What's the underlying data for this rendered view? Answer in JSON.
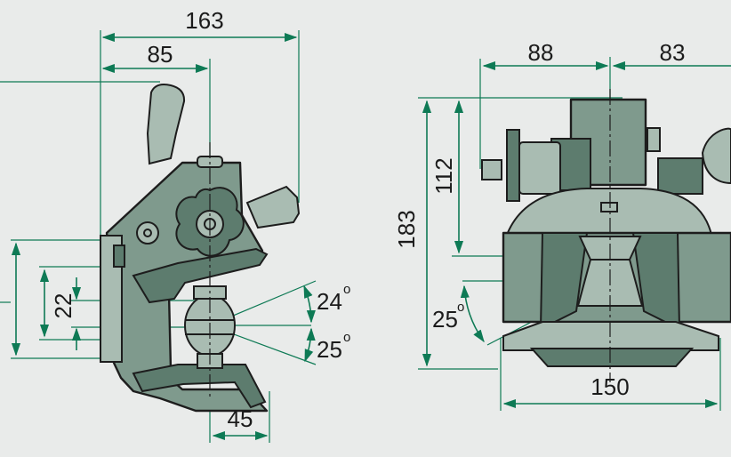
{
  "side_view": {
    "dims": {
      "width_163": "163",
      "width_85": "85",
      "height_22": "22",
      "width_45": "45",
      "angle_24": "24",
      "angle_25": "25",
      "degree_mark": "o"
    }
  },
  "front_view": {
    "dims": {
      "width_88": "88",
      "width_83": "83",
      "height_112": "112",
      "height_183": "183",
      "angle_25": "25",
      "degree_mark": "o",
      "width_150": "150"
    }
  },
  "colors": {
    "dimension_line": "#0e7a55",
    "body_fill": "#7f9a8d",
    "background": "#e9ebea"
  }
}
